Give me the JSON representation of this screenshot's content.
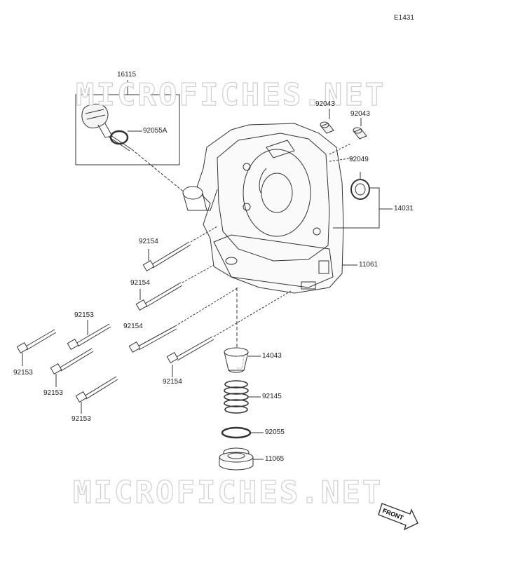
{
  "diagram_code": "E1431",
  "watermark_text": "MICROFICHES.NET",
  "front_label": "FRONT",
  "callouts": [
    {
      "id": "c16115",
      "text": "16115"
    },
    {
      "id": "c92055A",
      "text": "92055A"
    },
    {
      "id": "c92043a",
      "text": "92043"
    },
    {
      "id": "c92043b",
      "text": "92043"
    },
    {
      "id": "c92049",
      "text": "92049"
    },
    {
      "id": "c14031",
      "text": "14031"
    },
    {
      "id": "c11061",
      "text": "11061"
    },
    {
      "id": "c92154a",
      "text": "92154"
    },
    {
      "id": "c92154b",
      "text": "92154"
    },
    {
      "id": "c92154c",
      "text": "92154"
    },
    {
      "id": "c92154d",
      "text": "92154"
    },
    {
      "id": "c92153a",
      "text": "92153"
    },
    {
      "id": "c92153b",
      "text": "92153"
    },
    {
      "id": "c92153c",
      "text": "92153"
    },
    {
      "id": "c92153d",
      "text": "92153"
    },
    {
      "id": "c14043",
      "text": "14043"
    },
    {
      "id": "c92145",
      "text": "92145"
    },
    {
      "id": "c92055",
      "text": "92055"
    },
    {
      "id": "c11065",
      "text": "11065"
    }
  ]
}
